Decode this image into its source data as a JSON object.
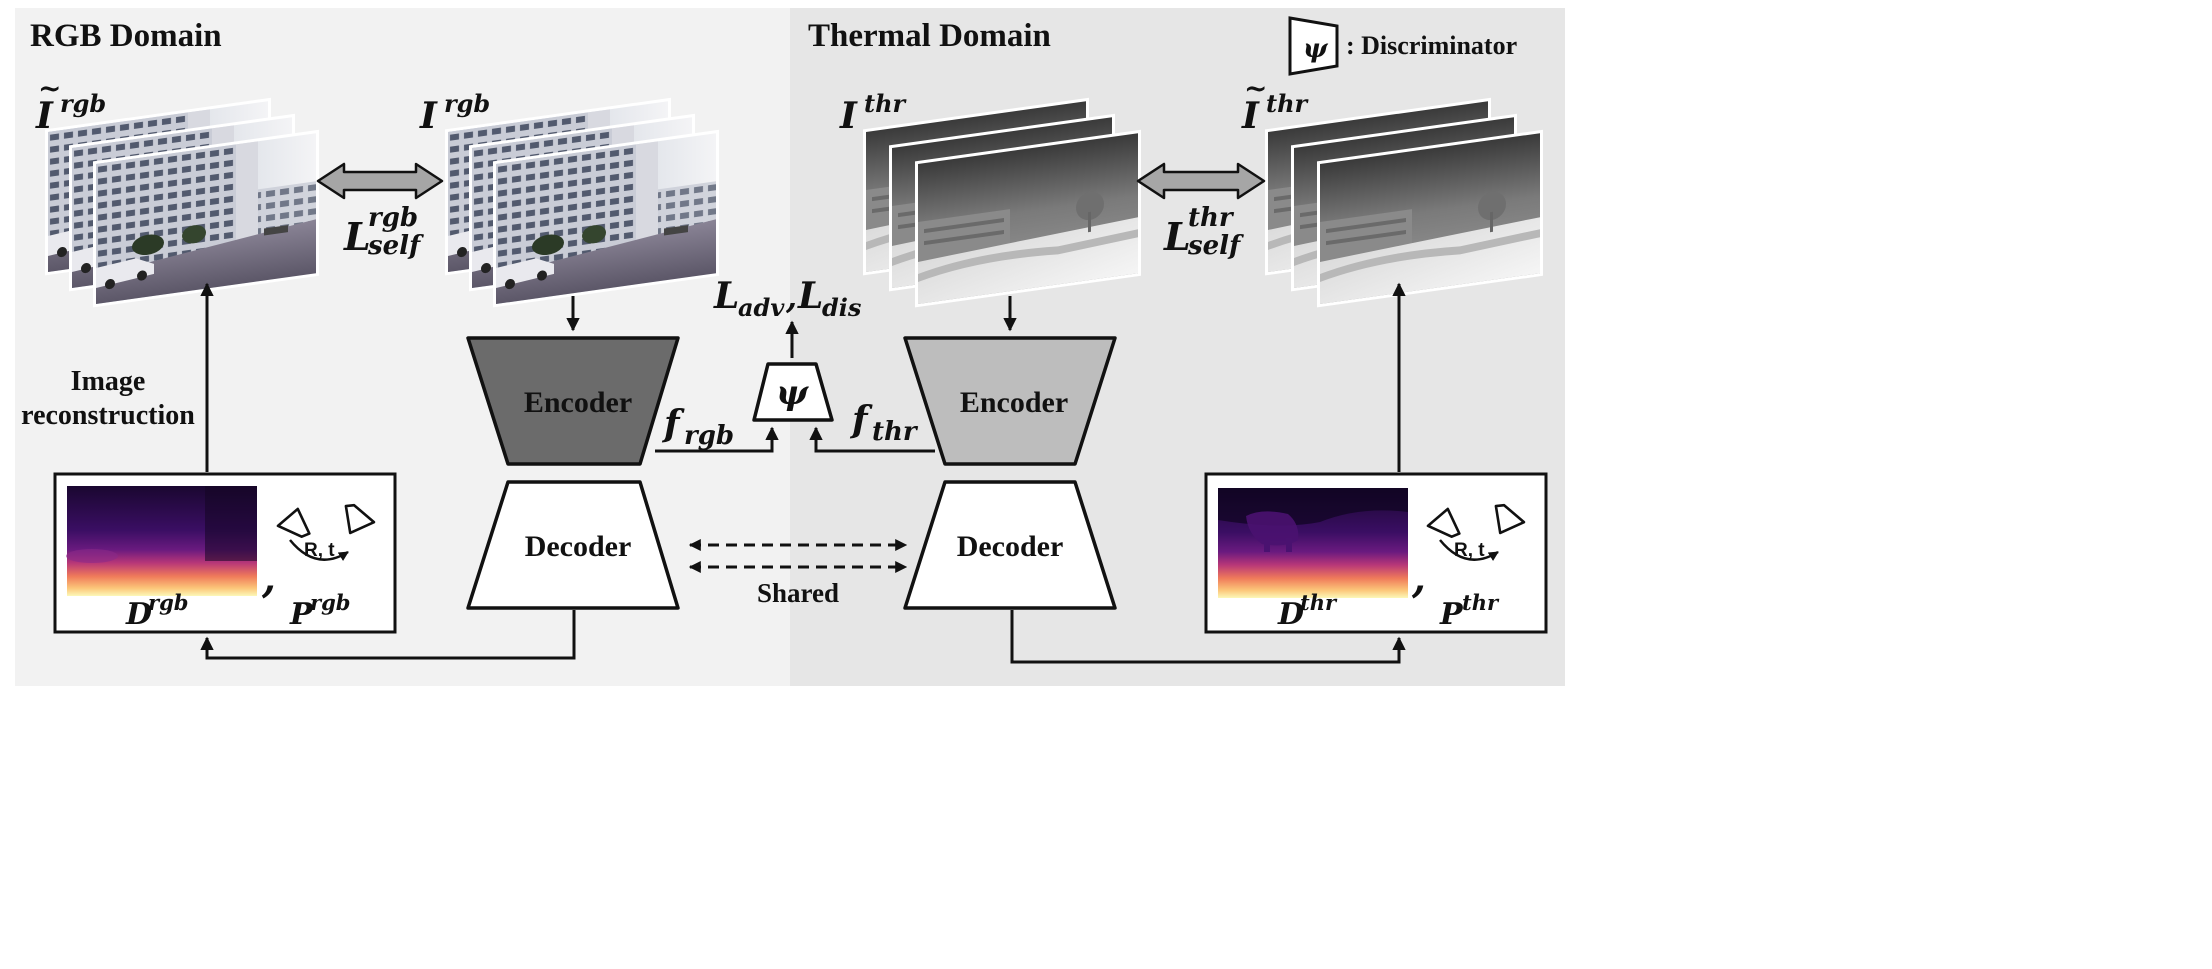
{
  "domains": {
    "rgb_title": "RGB Domain",
    "thermal_title": "Thermal Domain"
  },
  "legend": {
    "symbol": "ψ",
    "label": ": Discriminator"
  },
  "images": {
    "rgb_synth": {
      "base": "I",
      "accent": "~",
      "sup": "rgb"
    },
    "rgb_real": {
      "base": "I",
      "sup": "rgb"
    },
    "thr_real": {
      "base": "I",
      "sup": "thr"
    },
    "thr_synth": {
      "base": "I",
      "accent": "~",
      "sup": "thr"
    }
  },
  "losses": {
    "self_rgb": {
      "base": "L",
      "sup": "rgb",
      "sub": "self"
    },
    "self_thr": {
      "base": "L",
      "sup": "thr",
      "sub": "self"
    },
    "adv": {
      "base": "L",
      "sub": "adv",
      "sep": ","
    },
    "dis": {
      "base": "L",
      "sub": "dis"
    }
  },
  "blocks": {
    "encoder_rgb": "Encoder",
    "decoder_rgb": "Decoder",
    "encoder_thr": "Encoder",
    "decoder_thr": "Decoder",
    "discriminator": "ψ",
    "shared_label": "Shared"
  },
  "features": {
    "f_rgb": {
      "base": "f",
      "sub": "rgb"
    },
    "f_thr": {
      "base": "f",
      "sub": "thr"
    }
  },
  "outputs": {
    "rgb": {
      "depth": {
        "base": "D",
        "sup": "rgb"
      },
      "pose": {
        "base": "P",
        "sup": "rgb"
      },
      "motion": "R, t",
      "comma": ","
    },
    "thr": {
      "depth": {
        "base": "D",
        "sup": "thr"
      },
      "pose": {
        "base": "P",
        "sup": "thr"
      },
      "motion": "R, t",
      "comma": ","
    }
  },
  "image_reconstruction": [
    "Image",
    "reconstruction"
  ],
  "colors": {
    "rgb_bg": "#f2f2f2",
    "thermal_bg": "#e6e6e6",
    "encoder_rgb_fill": "#6b6b6b",
    "encoder_thr_fill": "#bdbdbd",
    "arrow_fill": "#a6a6a6"
  }
}
